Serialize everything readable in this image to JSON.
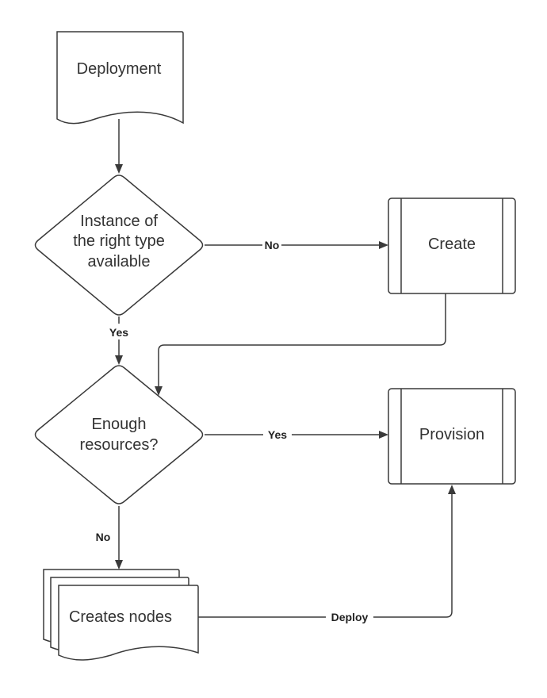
{
  "nodes": {
    "deployment": "Deployment",
    "instance_check": [
      "Instance of",
      "the right type",
      "available"
    ],
    "create": "Create",
    "resources_check": [
      "Enough",
      "resources?"
    ],
    "provision": "Provision",
    "creates_nodes": "Creates nodes"
  },
  "edges": {
    "instance_no": "No",
    "instance_yes": "Yes",
    "resources_yes": "Yes",
    "resources_no": "No",
    "deploy": "Deploy"
  },
  "colors": {
    "stroke": "#3a3a3a",
    "fill": "#ffffff",
    "text": "#333333"
  }
}
